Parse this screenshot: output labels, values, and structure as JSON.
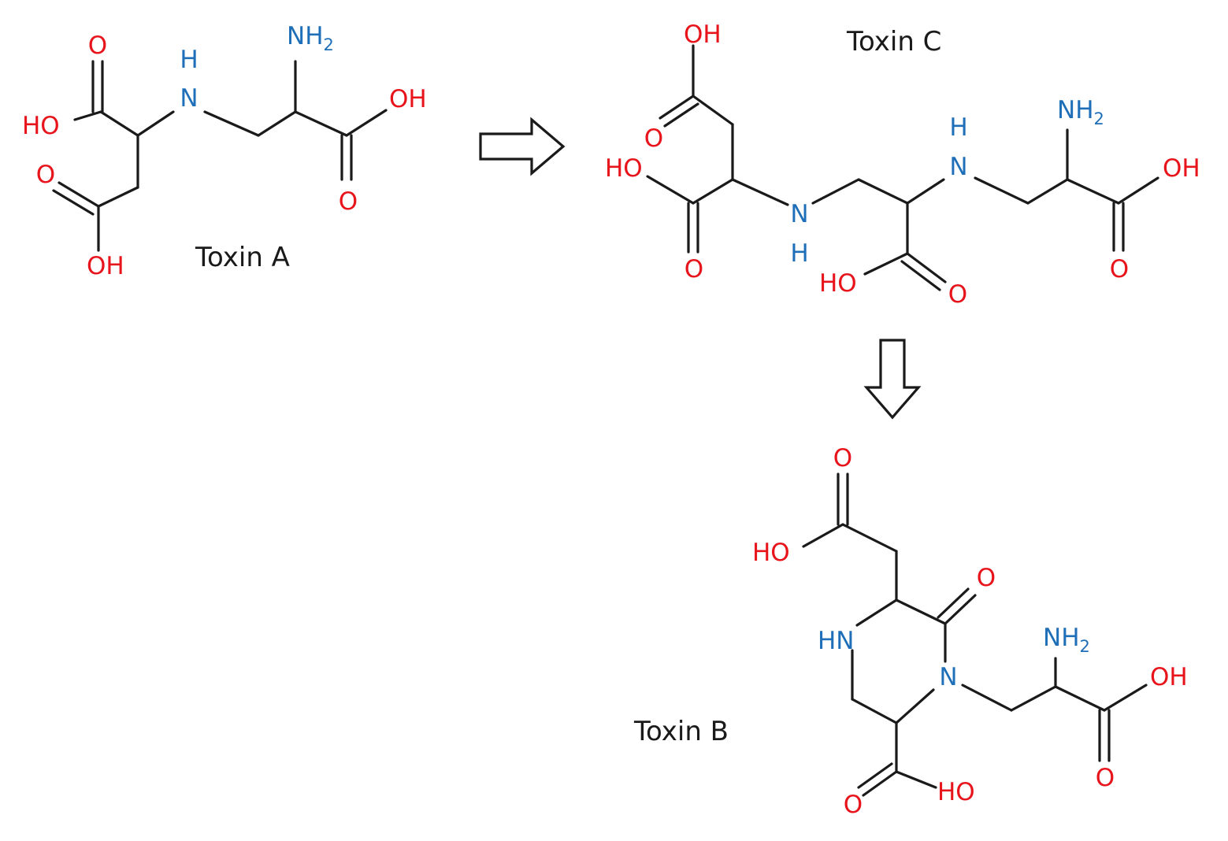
{
  "colors": {
    "bond": "#1a1a1a",
    "oxygen": "#e8141b",
    "nitrogen": "#1f6fb8",
    "label": "#1a1a1a"
  },
  "molecules": {
    "toxin_a": {
      "name": "Toxin A",
      "atoms": {
        "o_top": "O",
        "h_nh": "H",
        "n": "N",
        "nh2": "NH",
        "nh2_sub": "2",
        "oh_right": "OH",
        "ho_left": "HO",
        "o_left": "O",
        "o_right": "O",
        "oh_bottom": "OH"
      }
    },
    "toxin_c": {
      "name": "Toxin C",
      "atoms": {
        "oh_top": "OH",
        "o_upper": "O",
        "ho_left": "HO",
        "n_left": "N",
        "h_left": "H",
        "o_lower": "O",
        "h_mid": "H",
        "n_mid": "N",
        "ho_mid": "HO",
        "o_mid": "O",
        "nh2": "NH",
        "nh2_sub": "2",
        "oh_right": "OH",
        "o_right": "O"
      }
    },
    "toxin_b": {
      "name": "Toxin B",
      "atoms": {
        "o_top": "O",
        "ho_top": "HO",
        "o_ring": "O",
        "hn": "HN",
        "n_ring": "N",
        "nh2": "NH",
        "nh2_sub": "2",
        "oh_right": "OH",
        "o_right": "O",
        "o_bottom": "O",
        "ho_bottom": "HO"
      }
    }
  },
  "arrows": {
    "a_to_c": "right-arrow-icon",
    "c_to_b": "down-arrow-icon"
  }
}
